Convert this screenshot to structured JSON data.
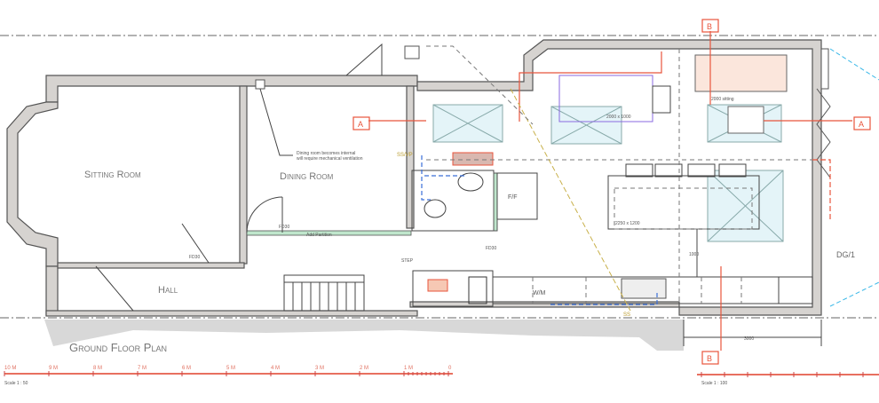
{
  "plan": {
    "title": "Ground Floor Plan",
    "rooms": {
      "sitting_room": "Sitting Room",
      "dining_room": "Dining Room",
      "hall": "Hall"
    },
    "notes": {
      "ventilation_line1": "Dining room becomes internal",
      "ventilation_line2": "will require mechanical ventilation",
      "add_partition": "Add Partition",
      "door_fd_1": "FD30",
      "door_fd_2": "FD30",
      "door_fd_3": "FD30",
      "svp": "SS/VP",
      "step": "STEP",
      "fridge": "F/F",
      "washing_machine": "W/M",
      "table_size": "2000 x 1000",
      "sofa_label": "2000 sitting",
      "island_size": "2250 x 1200",
      "dim_1000": "1000",
      "dim_3000": "3000",
      "door_tag": "DG/1",
      "ss": "SS"
    },
    "section_markers": {
      "a_left": "A",
      "a_right": "A",
      "b_top": "B",
      "b_bottom": "B"
    }
  },
  "scale_1_50": {
    "label": "Scale 1 : 50",
    "ticks": [
      "10 M",
      "9 M",
      "8 M",
      "7 M",
      "6 M",
      "5 M",
      "4 M",
      "3 M",
      "2 M",
      "1 M",
      "0"
    ]
  },
  "scale_1_100": {
    "label": "Scale 1 : 100"
  },
  "colors": {
    "wall": "#d6d3d0",
    "rooflight": "#e4f4f8",
    "section": "#e8553c",
    "drainage": "#3a6fd8",
    "partition": "#bfe6cc"
  }
}
